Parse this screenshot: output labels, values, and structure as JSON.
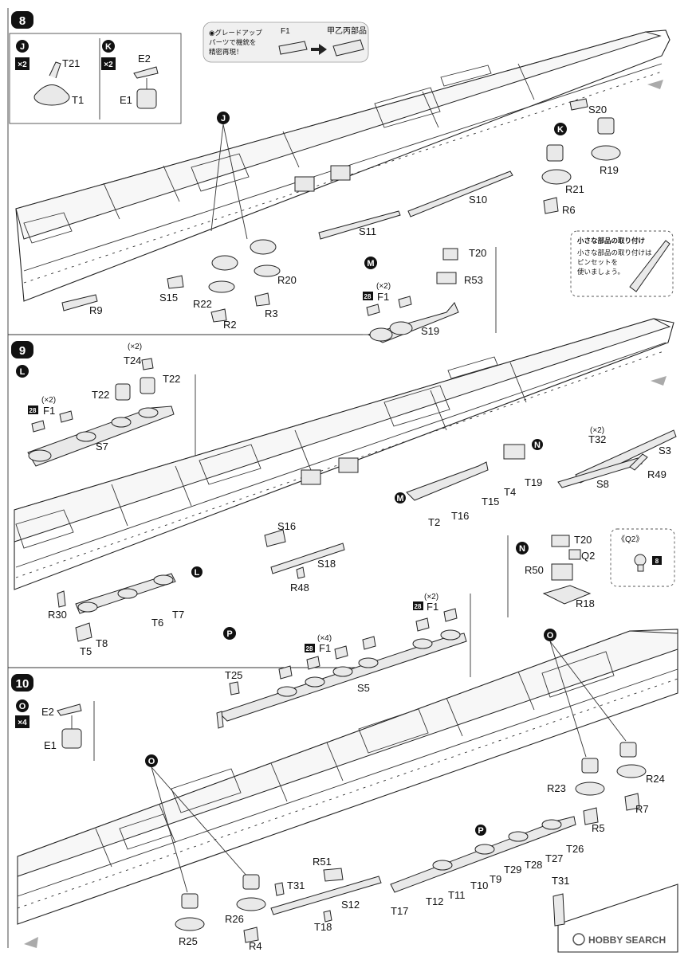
{
  "steps": [
    {
      "number": "8"
    },
    {
      "number": "9"
    },
    {
      "number": "10"
    }
  ],
  "subassemblies": {
    "J": {
      "letter": "J",
      "multiplier": "×2",
      "parts": [
        "T21",
        "T1"
      ]
    },
    "K": {
      "letter": "K",
      "multiplier": "×2",
      "parts": [
        "E2",
        "E1"
      ]
    },
    "M": {
      "letter": "M",
      "parts": [
        "T20",
        "R53",
        "F1",
        "S19"
      ],
      "f1_count": "(×2)",
      "f1_badge": "28"
    },
    "L": {
      "letter": "L",
      "parts": [
        "T24",
        "T22",
        "T22",
        "F1",
        "S7"
      ],
      "t24_count": "(×2)",
      "f1_count": "(×2)",
      "f1_badge": "28"
    },
    "N": {
      "letter": "N",
      "parts": [
        "T20",
        "Q2",
        "R50",
        "R18"
      ]
    },
    "P": {
      "letter": "P",
      "parts": [
        "T25",
        "F1",
        "S5",
        "F1"
      ],
      "f1a_count": "(×4)",
      "f1b_count": "(×2)",
      "f1_badge": "28"
    },
    "O": {
      "letter": "O",
      "multiplier": "×4",
      "parts": [
        "E2",
        "E1"
      ]
    }
  },
  "upgrade_note": {
    "text_line1": "◉グレードアップ",
    "text_line2": "パーツで機銃を",
    "text_line3": "精密再現！",
    "left_part": "F1",
    "right_part": "甲乙丙部品"
  },
  "small_parts_note": {
    "title": "小さな部品の取り付け",
    "line1": "小さな部品の取り付けは",
    "line2": "ピンセットを",
    "line3": "使いましょう。"
  },
  "q2_note": {
    "label": "《Q2》",
    "badge": "8"
  },
  "step8_labels": [
    "S20",
    "R19",
    "R21",
    "R6",
    "S10",
    "S11",
    "R20",
    "R22",
    "R2",
    "R3",
    "S15",
    "R9"
  ],
  "step9_labels": [
    "S3",
    "R49",
    "T32",
    "S8",
    "T19",
    "T4",
    "T15",
    "T16",
    "T2",
    "S16",
    "S18",
    "R48",
    "R30",
    "T6",
    "T7",
    "T8",
    "T5"
  ],
  "step9_t32_count": "(×2)",
  "step10_labels": [
    "R24",
    "R7",
    "R23",
    "R5",
    "T26",
    "T27",
    "T28",
    "T29",
    "T9",
    "T10",
    "T11",
    "T12",
    "T17",
    "R51",
    "T31",
    "S12",
    "T18",
    "R26",
    "R4",
    "R25",
    "T31"
  ],
  "watermark": "HOBBY SEARCH"
}
